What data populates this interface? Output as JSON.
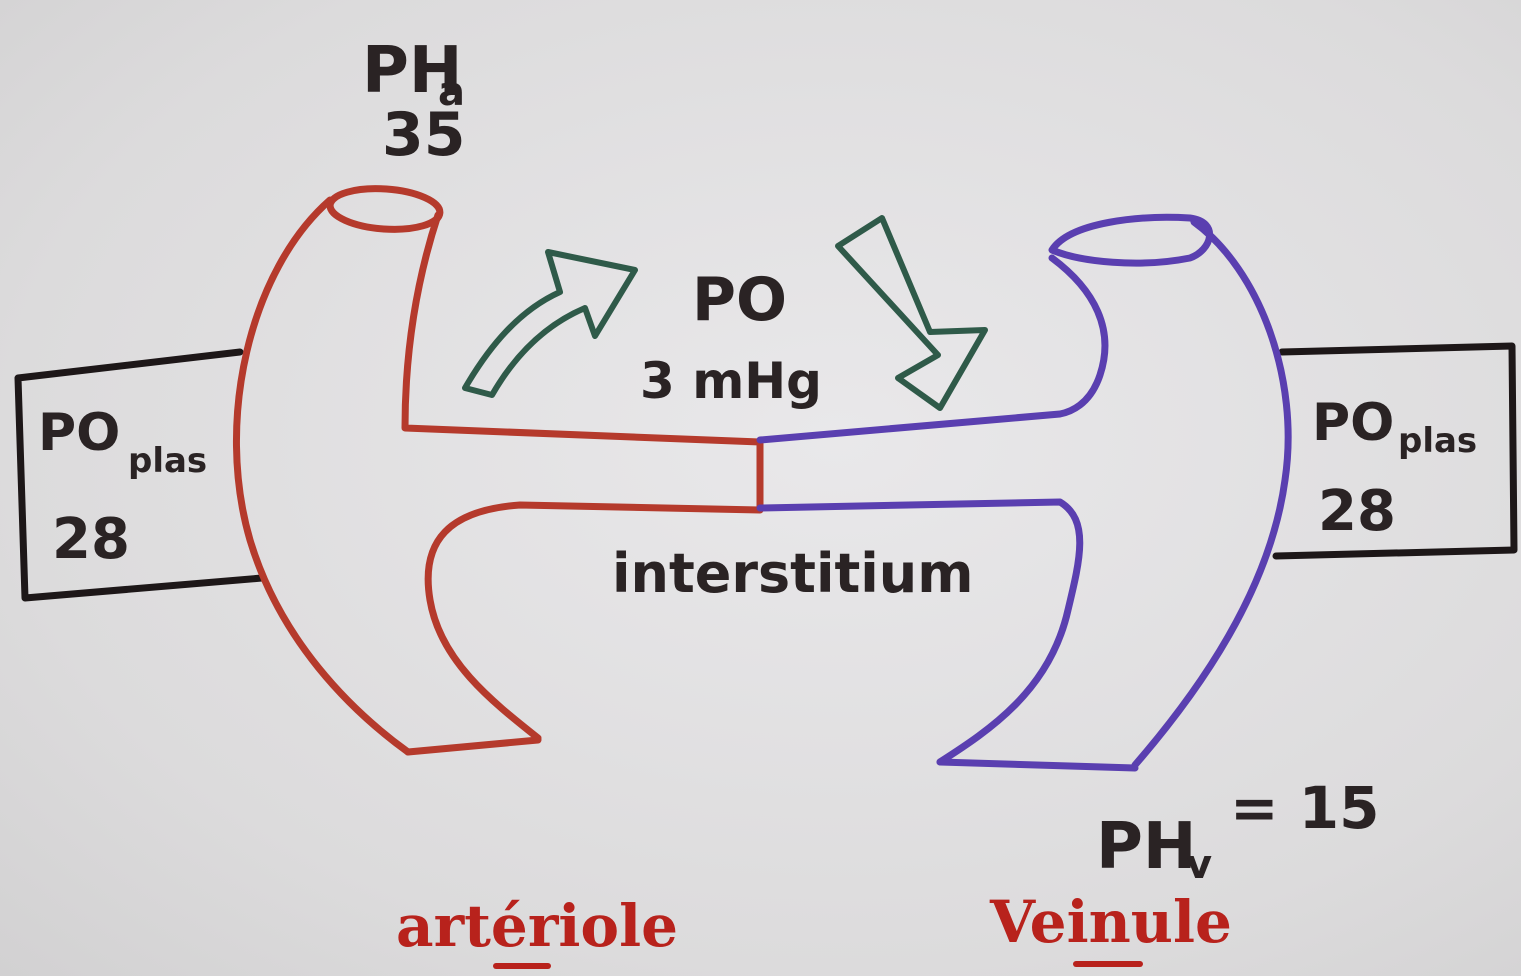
{
  "colors": {
    "paper": "#e3e2e3",
    "ink": "#2a2324",
    "arteriole": "#b53a2c",
    "venule": "#5a3fb0",
    "arrow": "#2f5a49",
    "label_red": "#b8221c"
  },
  "labels": {
    "ph_arterial_main": "PH",
    "ph_arterial_sub": "a",
    "ph_arterial_value": "35",
    "po_center_main": "PO",
    "po_center_value": "3 mHg",
    "po_left_main": "PO",
    "po_left_sub": "plas",
    "po_left_value": "28",
    "po_right_main": "PO",
    "po_right_sub": "plas",
    "po_right_value": "28",
    "interstitium": "interstitium",
    "ph_venous_main": "PH",
    "ph_venous_sub": "v",
    "ph_venous_value": "= 15",
    "arteriole": "artériole",
    "venule": "Veinule"
  },
  "icons": {
    "arrow_left": "arrow-out-icon",
    "arrow_right": "arrow-in-icon"
  }
}
